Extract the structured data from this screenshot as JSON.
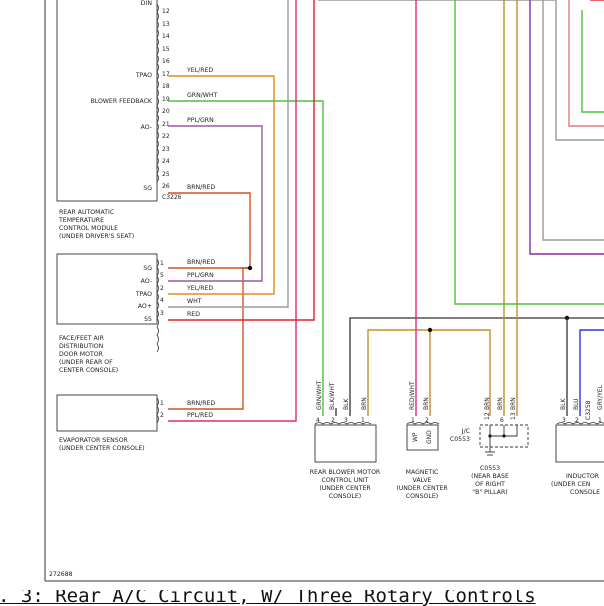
{
  "caption": ". 3: Rear A/C Circuit, W/ Three Rotary Controls",
  "diagram_id": "272688",
  "modules": {
    "rear_control": {
      "name_lines": [
        "REAR AUTOMATIC",
        "TEMPERATURE",
        "CONTROL MODULE",
        "(UNDER DRIVER'S SEAT)"
      ],
      "connector": "C3226",
      "top_label": "DIN",
      "pin_labels": {
        "tpao": "TPAO",
        "blower_feedback": "BLOWER FEEDBACK",
        "ao": "AO-",
        "sg": "SG"
      },
      "pins": [
        "12",
        "13",
        "14",
        "15",
        "16",
        "17",
        "18",
        "19",
        "20",
        "21",
        "22",
        "23",
        "24",
        "25",
        "26"
      ],
      "wires": {
        "p17": "YEL/RED",
        "p19": "GRN/WHT",
        "p21": "PPL/GRN",
        "p26": "BRN/RED"
      }
    },
    "face_feet": {
      "name_lines": [
        "FACE/FEET AIR",
        "DISTRIBUTION",
        "DOOR MOTOR",
        "(UNDER REAR OF",
        "CENTER CONSOLE)"
      ],
      "pins": [
        {
          "label": "SG",
          "pin": "1",
          "wire": "BRN/RED"
        },
        {
          "label": "AO-",
          "pin": "5",
          "wire": "PPL/GRN"
        },
        {
          "label": "TPAO",
          "pin": "2",
          "wire": "YEL/RED"
        },
        {
          "label": "AO+",
          "pin": "4",
          "wire": "WHT"
        },
        {
          "label": "S5",
          "pin": "3",
          "wire": "RED"
        }
      ]
    },
    "evap": {
      "name_lines": [
        "EVAPORATOR SENSOR",
        "(UNDER CENTER CONSOLE)"
      ],
      "pins": [
        {
          "pin": "1",
          "wire": "BRN/RED"
        },
        {
          "pin": "2",
          "wire": "PPL/RED"
        }
      ]
    },
    "blower": {
      "name_lines": [
        "REAR BLOWER MOTOR",
        "CONTROL UNIT",
        "(UNDER CENTER",
        "CONSOLE)"
      ],
      "pins": [
        {
          "pin": "4",
          "wire": "GRN/WHT"
        },
        {
          "pin": "2",
          "wire": "BLK/WHT"
        },
        {
          "pin": "3",
          "wire": "BLK"
        },
        {
          "pin": "1",
          "wire": "BRN"
        }
      ]
    },
    "valve": {
      "name_lines": [
        "MAGNETIC",
        "VALVE",
        "(UNDER CENTER",
        "CONSOLE)"
      ],
      "pin_labels": [
        "WP",
        "GND"
      ],
      "pins": [
        {
          "pin": "1",
          "wire": "RED/WHT"
        },
        {
          "pin": "2",
          "wire": "BRN"
        }
      ]
    },
    "jc": {
      "label_lines": [
        "J/C",
        "C0553"
      ],
      "name_lines": [
        "C0553",
        "(NEAR BASE",
        "OF RIGHT",
        "\"B\" PILLAR)"
      ],
      "pins": [
        {
          "pin": "12",
          "wire": "BRN"
        },
        {
          "pin": "6",
          "wire": "BRN"
        },
        {
          "pin": "13",
          "wire": "BRN"
        }
      ]
    },
    "inductor": {
      "name_lines": [
        "INDUCTOR",
        "(UNDER CEN",
        "CONSOLE"
      ],
      "connector": "C3258",
      "pins": [
        {
          "pin": "3",
          "wire": "BLK"
        },
        {
          "pin": "2",
          "wire": "BLU"
        },
        {
          "pin": "1",
          "wire": "GRY/YEL"
        }
      ]
    }
  },
  "colors": {
    "brn_red": "#d2521f",
    "orange": "#e08a1e",
    "green": "#4cc23d",
    "purple": "#9a59a8",
    "gray": "#9a9a9a",
    "red": "#e0202a",
    "magenta": "#e0287a",
    "black": "#333333",
    "tan": "#c2902a",
    "blue": "#2a35d8",
    "violet": "#8a2aa8",
    "salmon": "#e07a7a"
  }
}
